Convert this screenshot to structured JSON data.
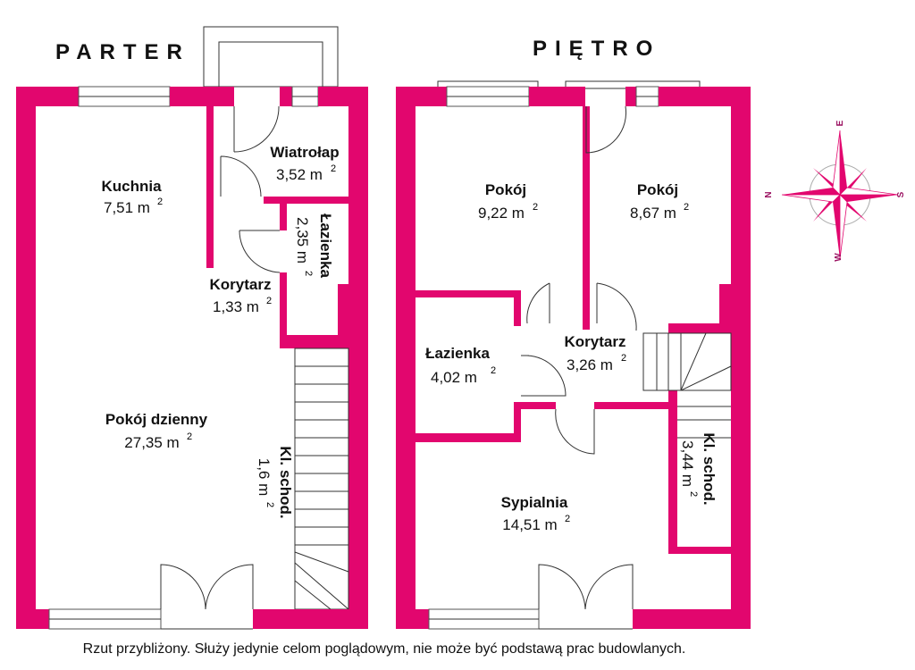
{
  "titles": {
    "ground": "PARTER",
    "upper": "PIĘTRO"
  },
  "ground_rooms": [
    {
      "name": "Kuchnia",
      "area": "7,51 m",
      "sup": "2"
    },
    {
      "name": "Wiatrołap",
      "area": "3,52 m",
      "sup": "2"
    },
    {
      "name": "Łazienka",
      "area": "2,35 m",
      "sup": "2"
    },
    {
      "name": "Korytarz",
      "area": "1,33 m",
      "sup": "2"
    },
    {
      "name": "Pokój dzienny",
      "area": "27,35 m",
      "sup": "2"
    },
    {
      "name": "Kl. schod.",
      "area": "1,6 m",
      "sup": "2"
    }
  ],
  "upper_rooms": [
    {
      "name": "Pokój",
      "area": "9,22 m",
      "sup": "2"
    },
    {
      "name": "Pokój",
      "area": "8,67 m",
      "sup": "2"
    },
    {
      "name": "Łazienka",
      "area": "4,02 m",
      "sup": "2"
    },
    {
      "name": "Korytarz",
      "area": "3,26 m",
      "sup": "2"
    },
    {
      "name": "Sypialnia",
      "area": "14,51 m",
      "sup": "2"
    },
    {
      "name": "Kl. schod.",
      "area": "3,44 m",
      "sup": "2"
    }
  ],
  "compass": {
    "n": "N",
    "e": "E",
    "s": "S",
    "w": "W"
  },
  "footer": "Rzut przybliżony. Służy jedynie celom poglądowym, nie może być podstawą prac budowlanych.",
  "colors": {
    "wall": "#E2066E"
  }
}
